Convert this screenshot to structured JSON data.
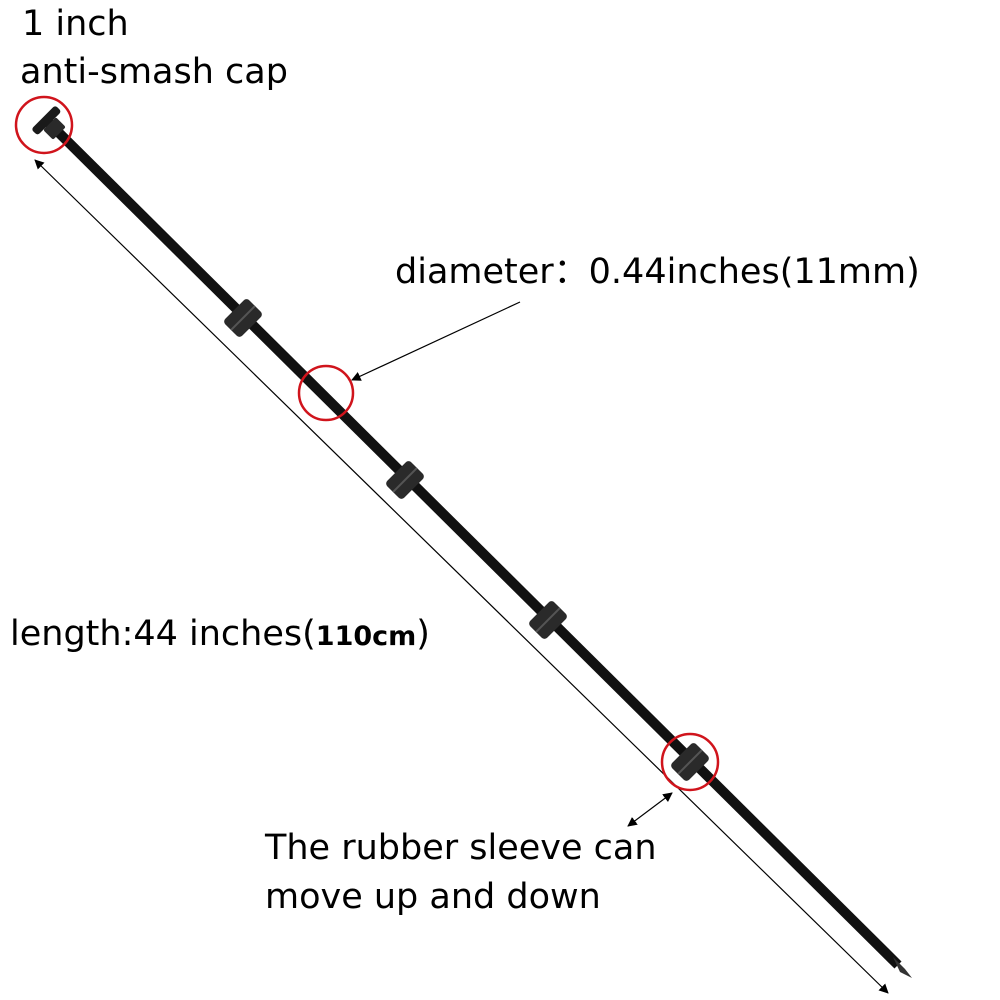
{
  "labels": {
    "cap_line1": "1 inch",
    "cap_line2": "anti-smash cap",
    "diameter": "diameter：0.44inches(11mm)",
    "length_prefix": "length:44 inches(",
    "length_metric": "110cm",
    "length_suffix": ")",
    "sleeve_line1": "The rubber sleeve can",
    "sleeve_line2": "move up and down"
  },
  "colors": {
    "rod": "#111111",
    "highlight": "#d0141c",
    "sleeve": "#2a2a2a"
  }
}
